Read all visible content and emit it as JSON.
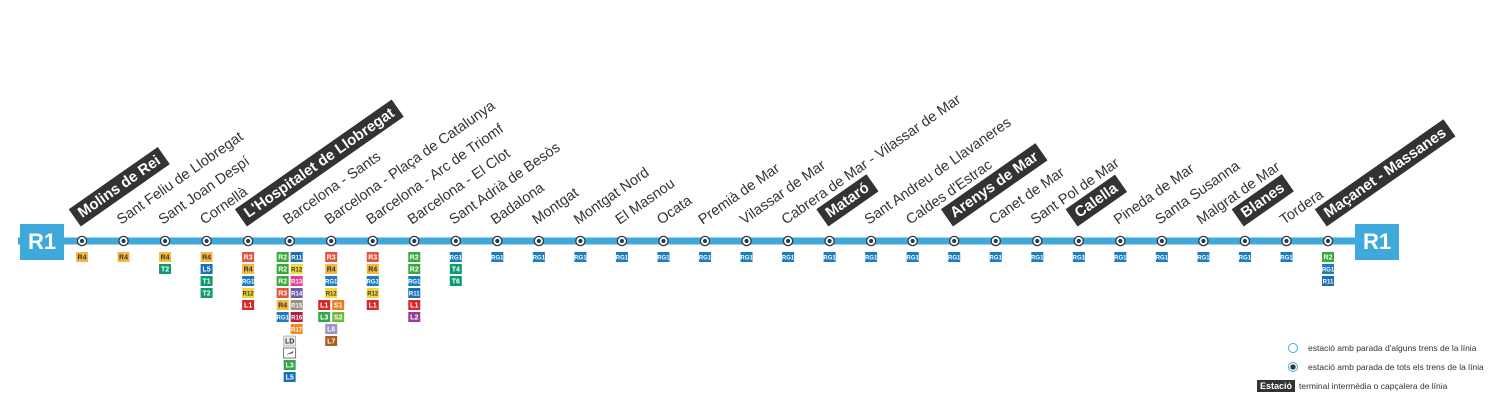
{
  "line": {
    "code": "R1",
    "color": "#3fa9dc"
  },
  "colors": {
    "R1": "#3fa9dc",
    "R2": "#3aa93a",
    "R3": "#e2533b",
    "R4": "#f5b942",
    "R11": "#1c6fb1",
    "R12": "#f0d83a",
    "R13": "#e3418f",
    "R14": "#6b5fa8",
    "R15": "#9a8f80",
    "R16": "#b3203d",
    "R17": "#ef8c22",
    "RG1": "#1c7cc0",
    "T1": "#0d9a72",
    "T2": "#0d9a72",
    "T4": "#0d9a72",
    "T6": "#0d9a72",
    "L1": "#d52a2a",
    "L2": "#9b3d98",
    "L3": "#33a848",
    "L5": "#1d70b8",
    "L6": "#9c93c5",
    "L7": "#a75f22",
    "S1": "#f07b1b",
    "S2": "#73b83c",
    "LD": "#e6e6e6",
    "terminal": "#333333"
  },
  "stations": [
    {
      "name": "Molins de Rei",
      "terminal": true,
      "conn": [
        [
          "R4"
        ]
      ]
    },
    {
      "name": "Sant Feliu de Llobregat",
      "terminal": false,
      "conn": [
        [
          "R4"
        ]
      ]
    },
    {
      "name": "Sant Joan Despí",
      "terminal": false,
      "conn": [
        [
          "R4"
        ],
        [
          "T2"
        ]
      ]
    },
    {
      "name": "Cornellà",
      "terminal": false,
      "conn": [
        [
          "R4"
        ],
        [
          "L5"
        ],
        [
          "T1"
        ],
        [
          "T2"
        ]
      ]
    },
    {
      "name": "L'Hospitalet de Llobregat",
      "terminal": true,
      "conn": [
        [
          "R3"
        ],
        [
          "R4"
        ],
        [
          "RG1"
        ],
        [
          "R12"
        ],
        [
          "L1"
        ]
      ]
    },
    {
      "name": "Barcelona - Sants",
      "terminal": false,
      "conn": [
        [
          "R2",
          "R11"
        ],
        [
          "R2",
          "R12"
        ],
        [
          "R2",
          "R13"
        ],
        [
          "R3",
          "R14"
        ],
        [
          "R4",
          "R15"
        ],
        [
          "RG1",
          "R16"
        ],
        [
          "",
          "R17"
        ],
        [
          "LD"
        ],
        [
          "AIR"
        ],
        [
          "L3"
        ],
        [
          "L5"
        ]
      ]
    },
    {
      "name": "Barcelona - Plaça de Catalunya",
      "terminal": false,
      "conn": [
        [
          "R3"
        ],
        [
          "R4"
        ],
        [
          "RG1"
        ],
        [
          "R12"
        ],
        [
          "L1",
          "S1"
        ],
        [
          "L3",
          "S2"
        ],
        [
          "L6"
        ],
        [
          "L7"
        ]
      ]
    },
    {
      "name": "Barcelona - Arc de Triomf",
      "terminal": false,
      "conn": [
        [
          "R3"
        ],
        [
          "R4"
        ],
        [
          "RG1"
        ],
        [
          "R12"
        ],
        [
          "L1"
        ]
      ]
    },
    {
      "name": "Barcelona - El Clot",
      "terminal": false,
      "conn": [
        [
          "R2"
        ],
        [
          "R2"
        ],
        [
          "RG1"
        ],
        [
          "R11"
        ],
        [
          "L1"
        ],
        [
          "L2"
        ]
      ]
    },
    {
      "name": "Sant Adrià de Besòs",
      "terminal": false,
      "conn": [
        [
          "RG1"
        ],
        [
          "T4"
        ],
        [
          "T6"
        ]
      ]
    },
    {
      "name": "Badalona",
      "terminal": false,
      "conn": [
        [
          "RG1"
        ]
      ]
    },
    {
      "name": "Montgat",
      "terminal": false,
      "conn": [
        [
          "RG1"
        ]
      ]
    },
    {
      "name": "Montgat Nord",
      "terminal": false,
      "conn": [
        [
          "RG1"
        ]
      ]
    },
    {
      "name": "El Masnou",
      "terminal": false,
      "conn": [
        [
          "RG1"
        ]
      ]
    },
    {
      "name": "Ocata",
      "terminal": false,
      "conn": [
        [
          "RG1"
        ]
      ]
    },
    {
      "name": "Premià de Mar",
      "terminal": false,
      "conn": [
        [
          "RG1"
        ]
      ]
    },
    {
      "name": "Vilassar de Mar",
      "terminal": false,
      "conn": [
        [
          "RG1"
        ]
      ]
    },
    {
      "name": "Cabrera de Mar - Vilassar de Mar",
      "terminal": false,
      "conn": [
        [
          "RG1"
        ]
      ]
    },
    {
      "name": "Mataró",
      "terminal": true,
      "conn": [
        [
          "RG1"
        ]
      ]
    },
    {
      "name": "Sant Andreu de Llavaneres",
      "terminal": false,
      "conn": [
        [
          "RG1"
        ]
      ]
    },
    {
      "name": "Caldes d'Estrac",
      "terminal": false,
      "conn": [
        [
          "RG1"
        ]
      ]
    },
    {
      "name": "Arenys de Mar",
      "terminal": true,
      "conn": [
        [
          "RG1"
        ]
      ]
    },
    {
      "name": "Canet de Mar",
      "terminal": false,
      "conn": [
        [
          "RG1"
        ]
      ]
    },
    {
      "name": "Sant Pol de Mar",
      "terminal": false,
      "conn": [
        [
          "RG1"
        ]
      ]
    },
    {
      "name": "Calella",
      "terminal": true,
      "conn": [
        [
          "RG1"
        ]
      ]
    },
    {
      "name": "Pineda de Mar",
      "terminal": false,
      "conn": [
        [
          "RG1"
        ]
      ]
    },
    {
      "name": "Santa Susanna",
      "terminal": false,
      "conn": [
        [
          "RG1"
        ]
      ]
    },
    {
      "name": "Malgrat de Mar",
      "terminal": false,
      "conn": [
        [
          "RG1"
        ]
      ]
    },
    {
      "name": "Blanes",
      "terminal": true,
      "conn": [
        [
          "RG1"
        ]
      ]
    },
    {
      "name": "Tordera",
      "terminal": false,
      "conn": [
        [
          "RG1"
        ]
      ]
    },
    {
      "name": "Maçanet - Massanes",
      "terminal": true,
      "conn": [
        [
          "R2"
        ],
        [
          "RG1"
        ],
        [
          "R11"
        ]
      ]
    }
  ],
  "legend": {
    "partial": "estació amb parada d'alguns trens de la línia",
    "all": "estació amb parada de tots els trens de la línia",
    "terminal_tag": "Estació",
    "terminal": "terminal intermèdia o capçalera de línia"
  }
}
